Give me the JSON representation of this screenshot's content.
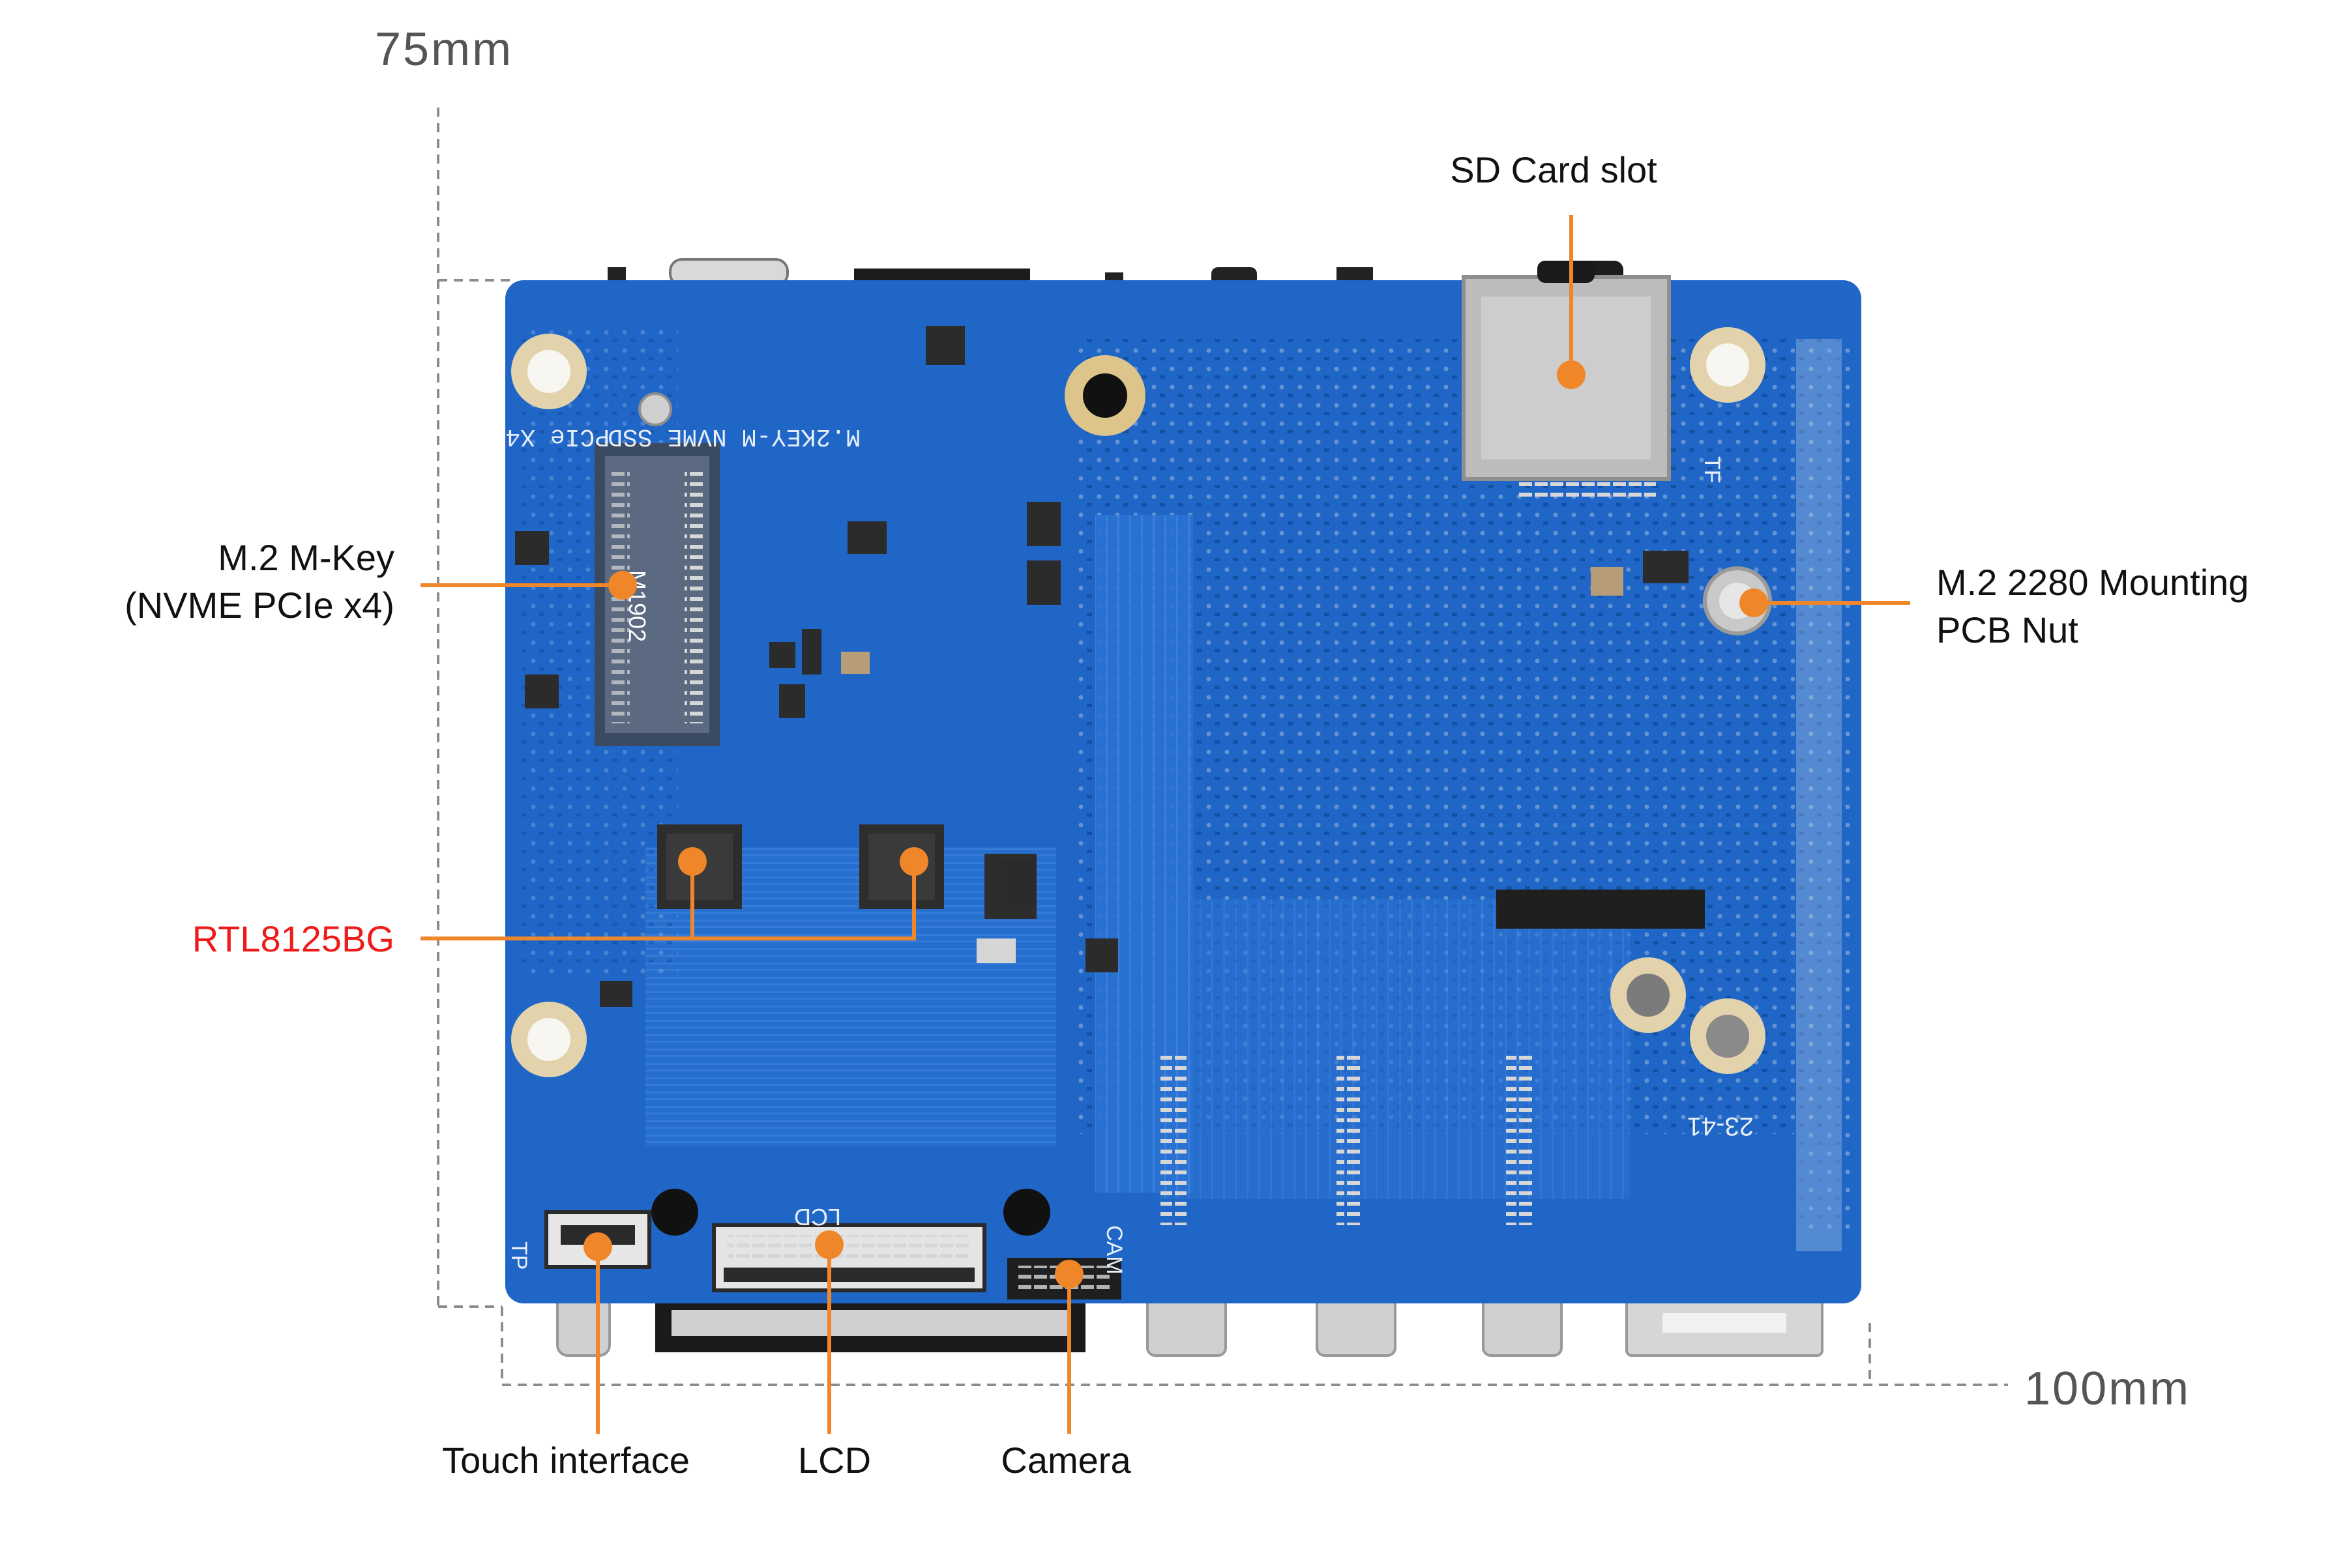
{
  "dimensions": {
    "height": "75mm",
    "width": "100mm"
  },
  "callouts": {
    "sd_card": {
      "text": "SD Card slot"
    },
    "m2_key": {
      "line1": "M.2 M-Key",
      "line2": "(NVME PCIe x4)"
    },
    "mounting_nut": {
      "line1": "M.2 2280 Mounting",
      "line2": "PCB Nut"
    },
    "rtl": {
      "text": "RTL8125BG"
    },
    "touch": {
      "text": "Touch interface"
    },
    "lcd": {
      "text": "LCD"
    },
    "camera": {
      "text": "Camera"
    }
  },
  "silkscreen": {
    "m2_label": "M.2KEY-M NVME SSD",
    "pcie_label": "PCIe X4",
    "lcd": "LCD",
    "cam": "CAM",
    "tp": "TP",
    "tf": "TF",
    "date_code": "23-41",
    "chip_mark": "M1902"
  },
  "colors": {
    "board": "#1f66c7",
    "callout": "#f0862a",
    "red_label": "#ee1b1b",
    "dimension": "#555555"
  }
}
